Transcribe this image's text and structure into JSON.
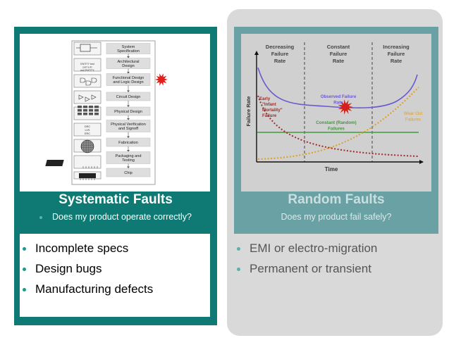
{
  "systematic": {
    "title": "Systematic Faults",
    "subtitle": "Does my product operate correctly?",
    "bullets": [
      "Incomplete specs",
      "Design bugs",
      "Manufacturing defects"
    ],
    "flow_steps": [
      "System Specification",
      "Architectural Design",
      "Functional Design and Logic Design",
      "Circuit Design",
      "Physical Design",
      "Physical Verification and Signoff",
      "Fabrication",
      "Packaging and Testing",
      "Chip"
    ],
    "side_labels": {
      "entity": "ENTITY test port a in and ENTITY",
      "drc": "DRC LVS ERC"
    },
    "bullet_color": "#1a9a8e"
  },
  "random": {
    "title": "Random Faults",
    "subtitle": "Does my product fail safely?",
    "bullets": [
      "EMI or electro-migration",
      "Permanent or transient"
    ],
    "bullet_color": "#5ab0b0"
  },
  "chart_data": {
    "type": "line",
    "title": "",
    "xlabel": "Time",
    "ylabel": "Failure Rate",
    "regions": [
      "Decreasing Failure Rate",
      "Constant Failure Rate",
      "Increasing Failure Rate"
    ],
    "series": [
      {
        "name": "Observed Failure Rate",
        "color": "#6a5acd"
      },
      {
        "name": "Early \"Infant Mortality\" Failure",
        "color": "#a32a2a"
      },
      {
        "name": "Constant (Random) Failures",
        "color": "#3f9a3f"
      },
      {
        "name": "Wear Out Failures",
        "color": "#e0a020"
      }
    ],
    "labels": {
      "observed": [
        "Observed Failure",
        "Rate"
      ],
      "early": [
        "Early",
        "\"Infant",
        "Mortality\"",
        "Failure"
      ],
      "constant": [
        "Constant (Random)",
        "Failures"
      ],
      "wear": [
        "Wear Out",
        "Failures"
      ]
    }
  }
}
